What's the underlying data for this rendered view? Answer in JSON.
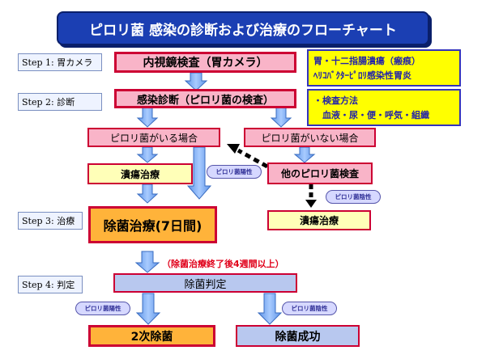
{
  "title": "ピロリ菌 感染の診断および治療のフローチャート",
  "steps": {
    "s1": "Step 1: 胃カメラ",
    "s2": "Step 2: 診断",
    "s3": "Step 3: 治療",
    "s4": "Step 4: 判定"
  },
  "nodes": {
    "endoscopy": "内視鏡検査（胃カメラ）",
    "diagnosis": "感染診断（ピロリ菌の検査）",
    "positive_case": "ピロリ菌がいる場合",
    "negative_case": "ピロリ菌がいない場合",
    "ulcer_treat_left": "潰瘍治療",
    "other_test": "他のピロリ菌検査",
    "ulcer_treat_right": "潰瘍治療",
    "eradication": "除菌治療(7日間)",
    "judgment": "除菌判定",
    "second_eradication": "2次除菌",
    "success": "除菌成功"
  },
  "side_notes": {
    "indications": [
      "胃・十二指腸潰瘍（瘢痕）",
      "ﾍﾘｺﾊﾞｸﾀｰﾋﾟﾛﾘ感染性胃炎"
    ],
    "methods": [
      "・検査方法",
      "　血液・尿・便・呼気・組織"
    ]
  },
  "badges": {
    "positive_mid": "ピロリ菌陽性",
    "negative_mid": "ピロリ菌陰性",
    "positive_bottom": "ピロリ菌陽性",
    "negative_bottom": "ピロリ菌陰性"
  },
  "interval_note": "（除菌治療終了後4週間以上）",
  "colors": {
    "title_bg": "#1b3fb3",
    "pink": "#f9b4c8",
    "yellow_box": "#ffffb8",
    "orange": "#ffb33a",
    "light_blue": "#b8c8ef",
    "border_red": "#cc0033",
    "arrow_blue": "#74a8f2",
    "note_red": "#e0001a"
  }
}
